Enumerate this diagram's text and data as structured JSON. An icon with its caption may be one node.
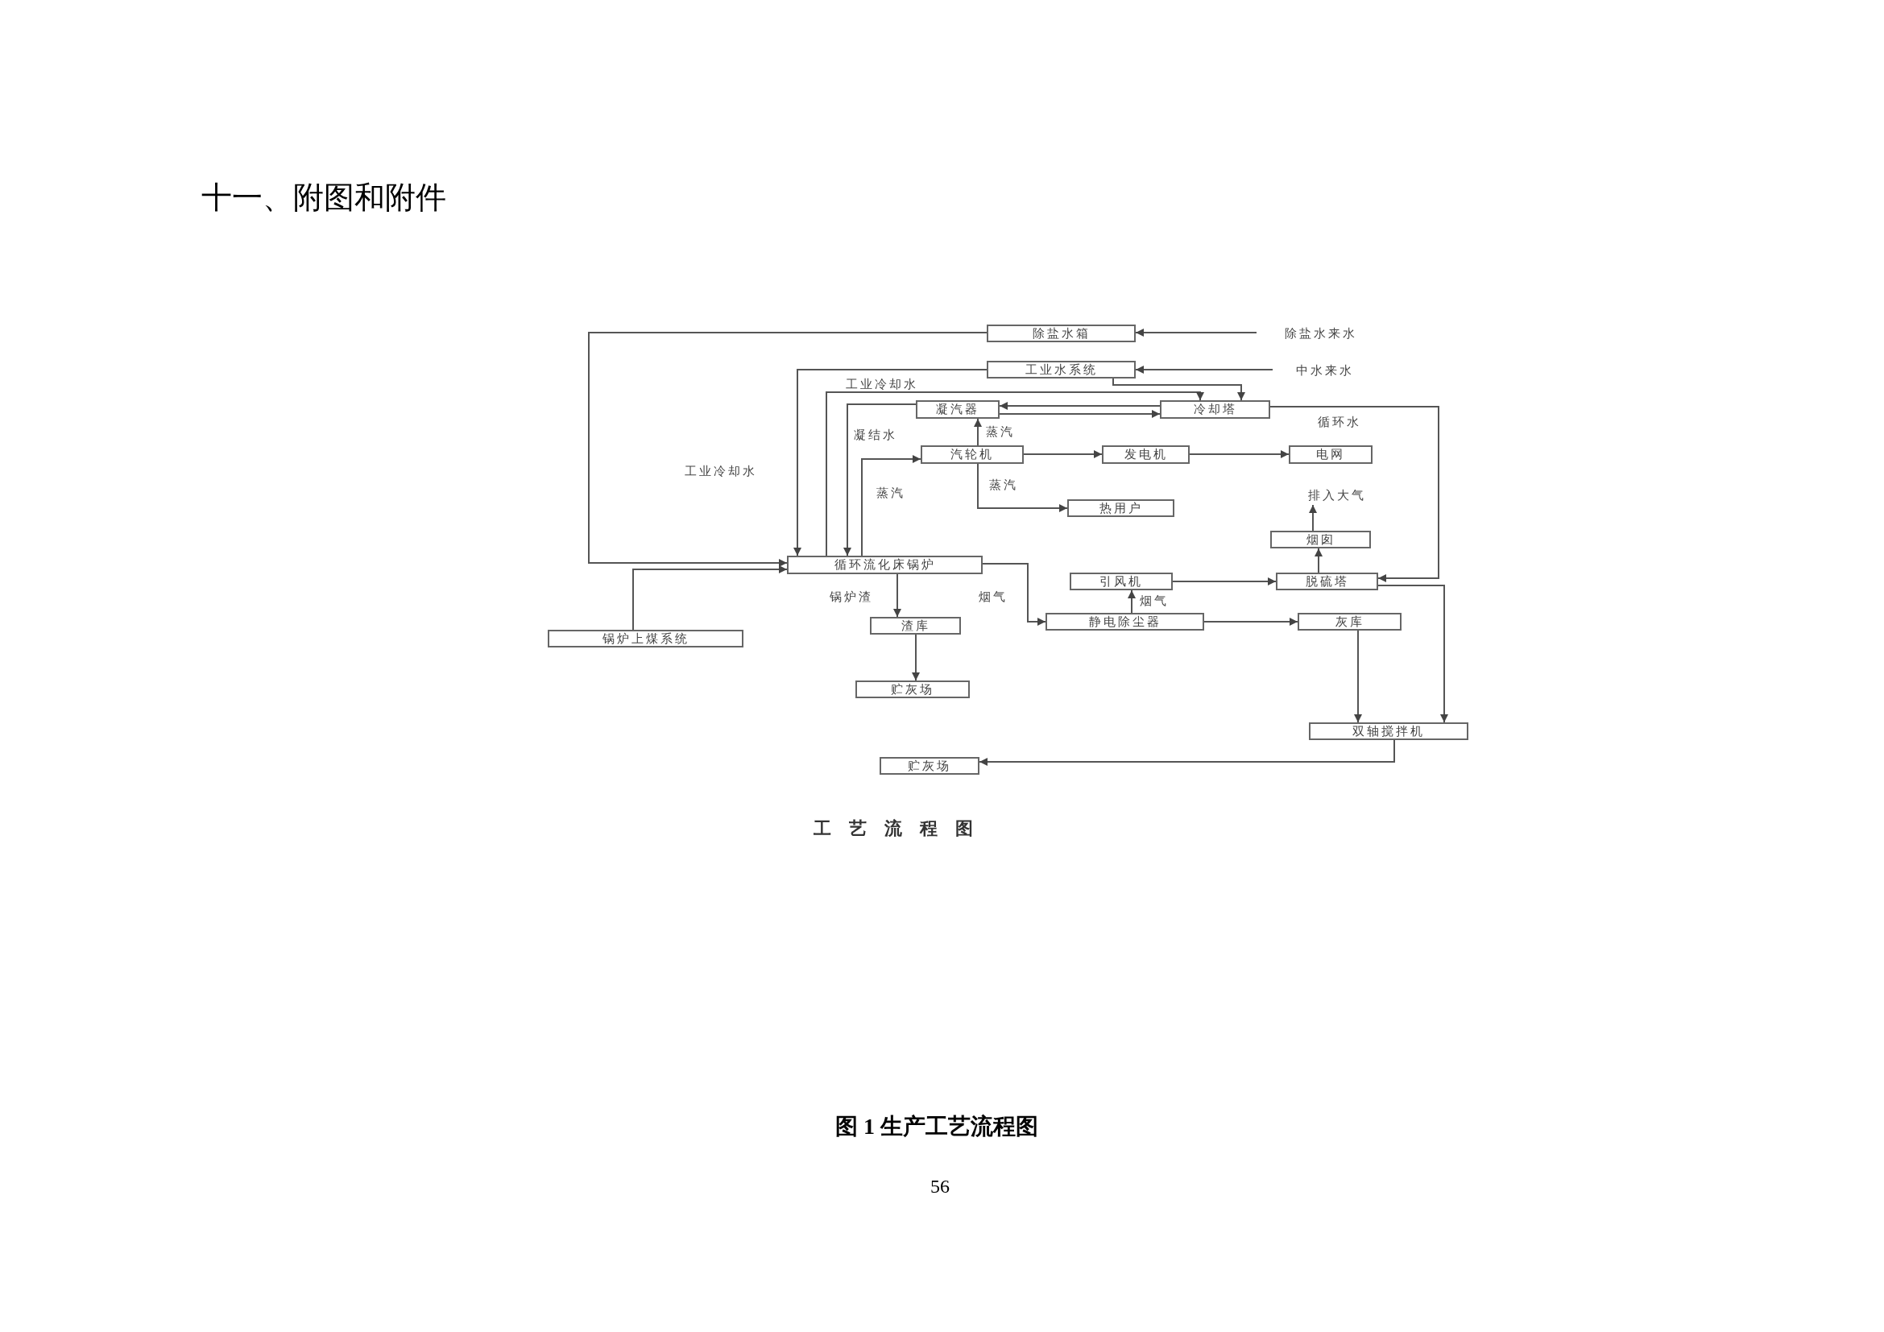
{
  "diagram": {
    "title": "十一、附图和附件",
    "caption": "图 1 生产工艺流程图",
    "nodes": [
      {
        "text": [
          "除盐水箱"
        ]
      },
      {
        "text": [
          "除盐水来水"
        ]
      },
      {
        "text": [
          "工业水系统"
        ]
      },
      {
        "text": [
          "中水来水"
        ]
      },
      {
        "text": [
          "凝汽器"
        ]
      },
      {
        "text": [
          "冷却塔"
        ]
      },
      {
        "text": [
          "汽轮机"
        ]
      },
      {
        "text": [
          "发电机"
        ]
      },
      {
        "text": [
          "电网"
        ]
      },
      {
        "text": [
          "热用户"
        ]
      },
      {
        "text": [
          "排入大气"
        ]
      },
      {
        "text": [
          "烟囱"
        ]
      },
      {
        "text": [
          "循环流化床锅炉"
        ]
      },
      {
        "text": [
          "引风机"
        ]
      },
      {
        "text": [
          "脱硫塔"
        ]
      },
      {
        "text": [
          "锅炉上煤系统"
        ]
      },
      {
        "text": [
          "渣库"
        ]
      },
      {
        "text": [
          "静电除尘器"
        ]
      },
      {
        "text": [
          "灰库"
        ]
      },
      {
        "text": [
          "贮灰场"
        ]
      },
      {
        "text": [
          "双轴搅拌机"
        ]
      },
      {
        "text": [
          "贮灰场"
        ]
      }
    ],
    "edges": [
      {
        "from": 1,
        "to": 0,
        "arrow": "to"
      },
      {
        "from": 0,
        "to": 12,
        "arrow": "to"
      },
      {
        "from": 3,
        "to": 2,
        "arrow": "to"
      },
      {
        "from": 2,
        "to": 12,
        "arrow": "to",
        "label": "工业冷却水"
      },
      {
        "from": 2,
        "to": 5,
        "arrow": "to"
      },
      {
        "from": 12,
        "to": 5,
        "arrow": "to",
        "label": "工业冷却水"
      },
      {
        "from": 5,
        "to": 4,
        "arrow": "to"
      },
      {
        "from": 4,
        "to": 5,
        "arrow": "to"
      },
      {
        "from": 4,
        "to": 12,
        "arrow": "to",
        "label": "凝结水"
      },
      {
        "from": 12,
        "to": 6,
        "arrow": "to",
        "label": "蒸汽"
      },
      {
        "from": 6,
        "to": 4,
        "arrow": "to",
        "label": "蒸汽"
      },
      {
        "from": 6,
        "to": 7,
        "arrow": "to"
      },
      {
        "from": 7,
        "to": 8,
        "arrow": "to"
      },
      {
        "from": 6,
        "to": 9,
        "arrow": "to",
        "label": "蒸汽"
      },
      {
        "from": 5,
        "to": 14,
        "arrow": "to",
        "label": "循环水"
      },
      {
        "from": 14,
        "to": 11,
        "arrow": "to"
      },
      {
        "from": 11,
        "to": 10,
        "arrow": "to"
      },
      {
        "from": 12,
        "to": 16,
        "arrow": "to",
        "label": "锅炉渣"
      },
      {
        "from": 12,
        "to": 17,
        "arrow": "to",
        "label": "烟气"
      },
      {
        "from": 17,
        "to": 13,
        "arrow": "to",
        "label": "烟气"
      },
      {
        "from": 13,
        "to": 14,
        "arrow": "to"
      },
      {
        "from": 17,
        "to": 18,
        "arrow": "to"
      },
      {
        "from": 16,
        "to": 19,
        "arrow": "to"
      },
      {
        "from": 18,
        "to": 20,
        "arrow": "to"
      },
      {
        "from": 14,
        "to": 20,
        "arrow": "to"
      },
      {
        "from": 20,
        "to": 21,
        "arrow": "to"
      },
      {
        "from": 15,
        "to": 12,
        "arrow": "to"
      }
    ],
    "labels": [
      "工艺流程图",
      "56"
    ]
  }
}
